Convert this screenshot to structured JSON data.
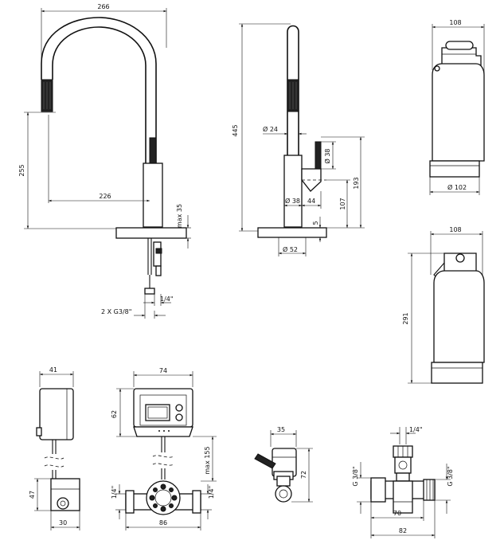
{
  "faucet_front": {
    "width_266": "266",
    "height_255": "255",
    "reach_226": "226",
    "max_35": "max 35",
    "thread_quarter": "1/4\"",
    "hose_thread": "2 X G3/8\""
  },
  "faucet_side": {
    "height_445": "445",
    "dia_24": "Ø 24",
    "dia_38_handle": "Ø 38",
    "dia_38_base": "Ø 38",
    "offset_44": "44",
    "height_193": "193",
    "height_107": "107",
    "thickness_5": "5",
    "base_dia_52": "Ø 52"
  },
  "filter_small": {
    "width_108": "108",
    "dia_102": "Ø 102"
  },
  "filter_large": {
    "width_108": "108",
    "height_291": "291"
  },
  "sensor_side": {
    "width_41": "41",
    "height_47": "47",
    "width_30": "30"
  },
  "controller": {
    "width_74": "74",
    "height_62": "62",
    "max_155": "max 155",
    "thread_left": "1/4\"",
    "thread_right": "1/4\"",
    "width_86": "86"
  },
  "valve": {
    "width_35": "35",
    "height_72": "72"
  },
  "tee": {
    "thread_top": "1/4\"",
    "thread_left": "G 3/8\"",
    "thread_right": "G 3/8\"",
    "width_70": "70",
    "width_82": "82"
  }
}
